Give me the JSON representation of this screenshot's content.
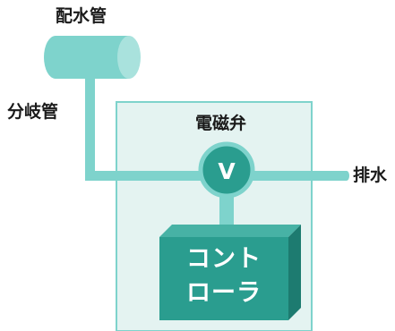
{
  "labels": {
    "main_pipe": "配水管",
    "branch_pipe": "分岐管",
    "solenoid_valve": "電磁弁",
    "drain": "排水",
    "valve_symbol": "V",
    "controller_line1": "コント",
    "controller_line2": "ローラ"
  },
  "colors": {
    "pipe": "#7ed3cc",
    "pipe_light": "#a9e2dd",
    "enclosure_fill": "#e4f3f1",
    "enclosure_border": "#7ed3cc",
    "valve": "#2a9d8f",
    "controller_front": "#2a9d8f",
    "controller_top": "#47b2a5",
    "controller_side": "#1d7b70"
  }
}
